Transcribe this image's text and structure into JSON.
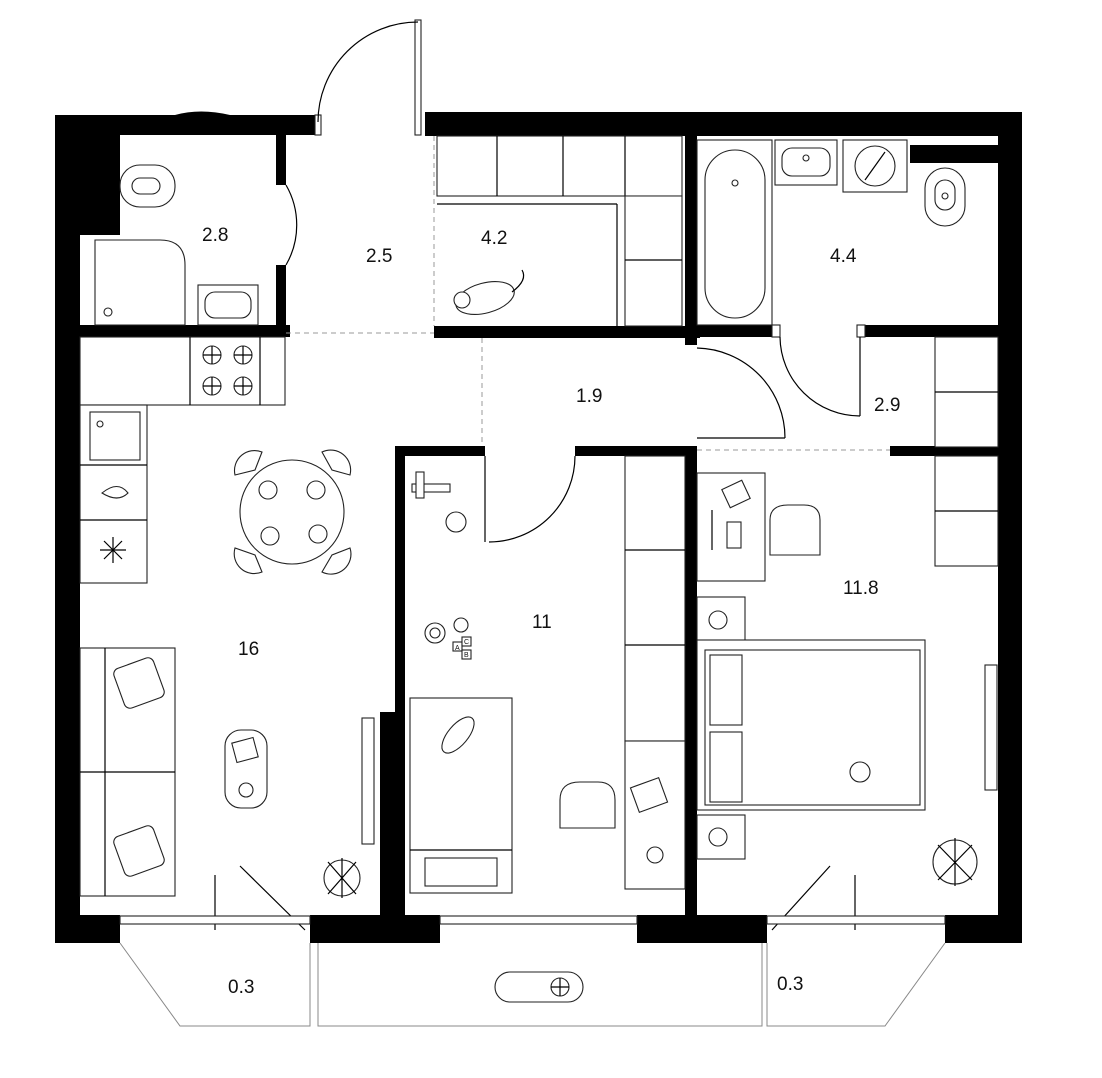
{
  "rooms": [
    {
      "id": "bathroom-small",
      "area": "2.8"
    },
    {
      "id": "hallway",
      "area": "2.5"
    },
    {
      "id": "storage",
      "area": "4.2"
    },
    {
      "id": "bathroom-large",
      "area": "4.4"
    },
    {
      "id": "corridor",
      "area": "1.9"
    },
    {
      "id": "corridor-right",
      "area": "2.9"
    },
    {
      "id": "living-kitchen",
      "area": "16"
    },
    {
      "id": "kids-room",
      "area": "11"
    },
    {
      "id": "bedroom",
      "area": "11.8"
    },
    {
      "id": "balcony-left",
      "area": "0.3"
    },
    {
      "id": "balcony-right",
      "area": "0.3"
    }
  ],
  "icons": {
    "stove": "cooktop-icon",
    "sink": "sink-icon",
    "table": "dining-table-icon",
    "fridge": "snowflake-icon",
    "plant": "plant-icon",
    "fan": "fan-icon",
    "cat": "cat-icon",
    "toy": "toy-icon",
    "blocks_letters": [
      "A",
      "C",
      "B"
    ]
  },
  "colors": {
    "wall": "#000000",
    "line": "#222222",
    "background": "#ffffff"
  }
}
